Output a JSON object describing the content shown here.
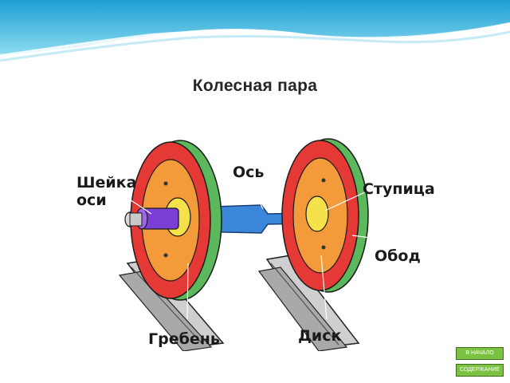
{
  "title": "Колесная пара",
  "labels": {
    "axle_journal": [
      "Шейка",
      "оси"
    ],
    "axle": "Ось",
    "hub": "Ступица",
    "rim": "Обод",
    "flange": "Гребень",
    "disk": "Диск"
  },
  "nav": {
    "start": "В НАЧАЛО",
    "contents": "СОДЕРЖАНИЕ"
  },
  "colors": {
    "rim": "#e53935",
    "disk": "#f39a3b",
    "flange": "#5cb85c",
    "axle": "#3a86d8",
    "journal": "#7b3fd6",
    "hub": "#f5e24a",
    "nav_button": "#7cc242",
    "header_wave": "#3fb6e0"
  }
}
